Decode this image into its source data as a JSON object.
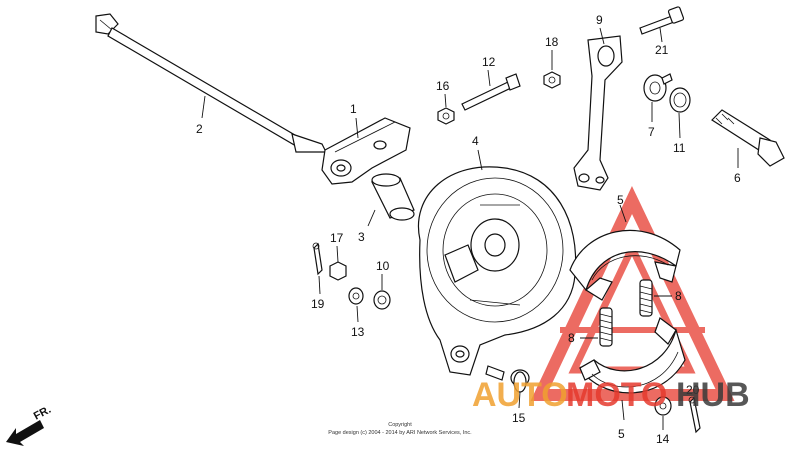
{
  "labels": [
    {
      "id": "1",
      "text": "1"
    },
    {
      "id": "2",
      "text": "2"
    },
    {
      "id": "3",
      "text": "3"
    },
    {
      "id": "4",
      "text": "4"
    },
    {
      "id": "5a",
      "text": "5"
    },
    {
      "id": "5b",
      "text": "5"
    },
    {
      "id": "6",
      "text": "6"
    },
    {
      "id": "7",
      "text": "7"
    },
    {
      "id": "8a",
      "text": "8"
    },
    {
      "id": "8b",
      "text": "8"
    },
    {
      "id": "9",
      "text": "9"
    },
    {
      "id": "10",
      "text": "10"
    },
    {
      "id": "11",
      "text": "11"
    },
    {
      "id": "12",
      "text": "12"
    },
    {
      "id": "13",
      "text": "13"
    },
    {
      "id": "14",
      "text": "14"
    },
    {
      "id": "15",
      "text": "15"
    },
    {
      "id": "16",
      "text": "16"
    },
    {
      "id": "17",
      "text": "17"
    },
    {
      "id": "18",
      "text": "18"
    },
    {
      "id": "19",
      "text": "19"
    },
    {
      "id": "20",
      "text": "20"
    },
    {
      "id": "21",
      "text": "21"
    }
  ],
  "direction_label": "FR.",
  "copyright": {
    "line1": "Copyright",
    "line2": "Page design (c) 2004 - 2014 by ARI Network Services, Inc."
  },
  "watermark": {
    "part1": "AUTO",
    "part2": "MOTO",
    "part3": "HUB",
    "color_red": "#e63a2e",
    "color_orange": "#f0a030",
    "color_dark": "#3a3a3a"
  }
}
